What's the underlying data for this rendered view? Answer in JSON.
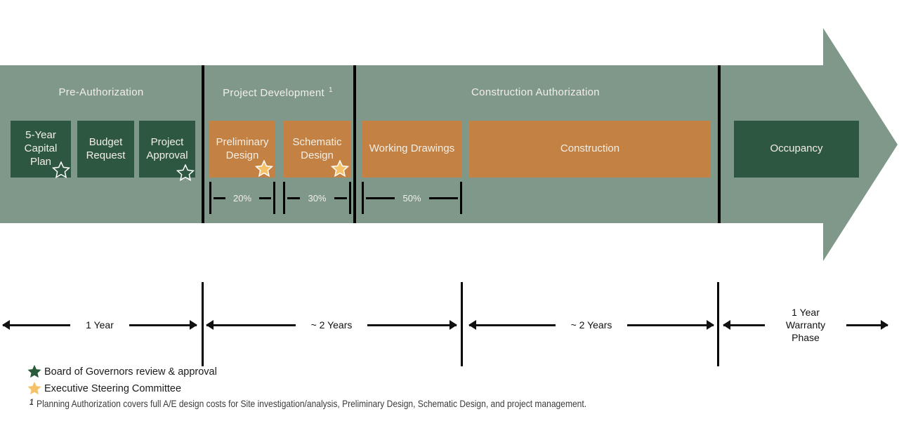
{
  "colors": {
    "arrow_body": "#80988A",
    "stage_green": "#2e5741",
    "stage_orange": "#c48144",
    "star_gold": "#f5c269",
    "star_outline": "#ffffff",
    "line_black": "#000000",
    "light_text": "#f2efe7"
  },
  "phases": [
    {
      "title": "Pre-Authorization",
      "superscript": ""
    },
    {
      "title": "Project Development",
      "superscript": "1"
    },
    {
      "title": "Construction Authorization",
      "superscript": ""
    }
  ],
  "stages": [
    {
      "label": "5-Year Capital Plan",
      "color": "green",
      "star": "outline"
    },
    {
      "label": "Budget Request",
      "color": "green",
      "star": "none"
    },
    {
      "label": "Project Approval",
      "color": "green",
      "star": "outline"
    },
    {
      "label": "Preliminary Design",
      "color": "orange",
      "star": "gold"
    },
    {
      "label": "Schematic Design",
      "color": "orange",
      "star": "gold"
    },
    {
      "label": "Working Drawings",
      "color": "orange",
      "star": "none"
    },
    {
      "label": "Construction",
      "color": "orange",
      "star": "none"
    },
    {
      "label": "Occupancy",
      "color": "green",
      "star": "none"
    }
  ],
  "fee_dimensions": [
    {
      "label": "20%"
    },
    {
      "label": "30%"
    },
    {
      "label": "50%"
    }
  ],
  "timeline": [
    {
      "label": "1 Year"
    },
    {
      "label": "~ 2 Years"
    },
    {
      "label": "~ 2 Years"
    },
    {
      "label": "1 Year Warranty Phase"
    }
  ],
  "legend": [
    {
      "star": "green",
      "label": "Board of Governors review & approval"
    },
    {
      "star": "gold",
      "label": "Executive Steering Committee"
    }
  ],
  "footnote": {
    "marker": "1",
    "text": "Planning Authorization covers full A/E design costs for Site investigation/analysis, Preliminary Design, Schematic Design, and project management."
  }
}
